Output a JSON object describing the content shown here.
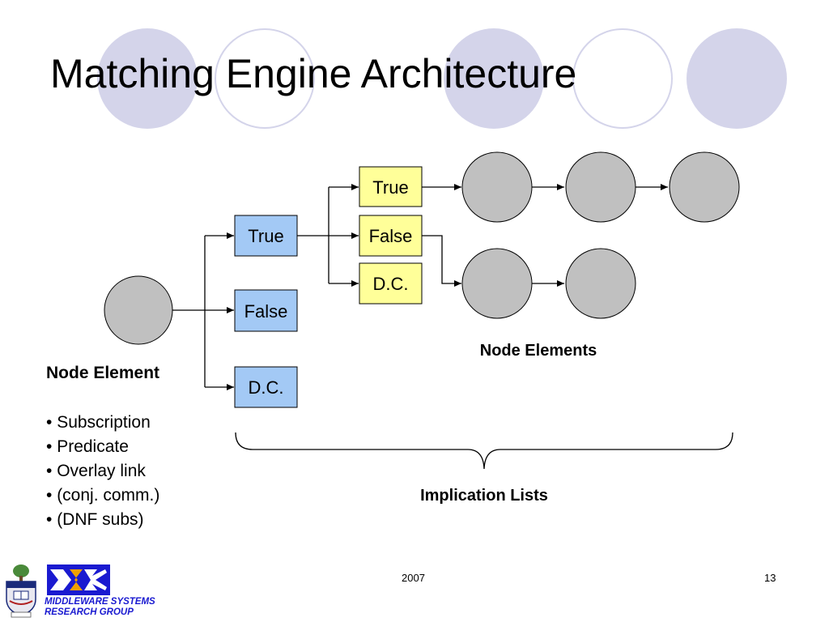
{
  "slide": {
    "title": "Matching Engine Architecture",
    "footer_year": "2007",
    "page_number": "13"
  },
  "diagram": {
    "root_branches": [
      "True",
      "False",
      "D.C."
    ],
    "sub_branches": [
      "True",
      "False",
      "D.C."
    ],
    "node_elements_caption": "Node Elements",
    "implication_lists_caption": "Implication Lists"
  },
  "node_element": {
    "heading": "Node Element",
    "attributes": [
      "Subscription",
      "Predicate",
      "Overlay link",
      "(conj. comm.)",
      "(DNF subs)"
    ]
  },
  "branding": {
    "group_line1": "MIDDLEWARE SYSTEMS",
    "group_line2": "RESEARCH GROUP"
  },
  "colors": {
    "decor_circle": "#d4d4ea",
    "root_branch_fill": "#a3c9f5",
    "sub_branch_fill": "#ffff99",
    "node_fill": "#c0c0c0",
    "group_name": "#1a1ad0"
  }
}
